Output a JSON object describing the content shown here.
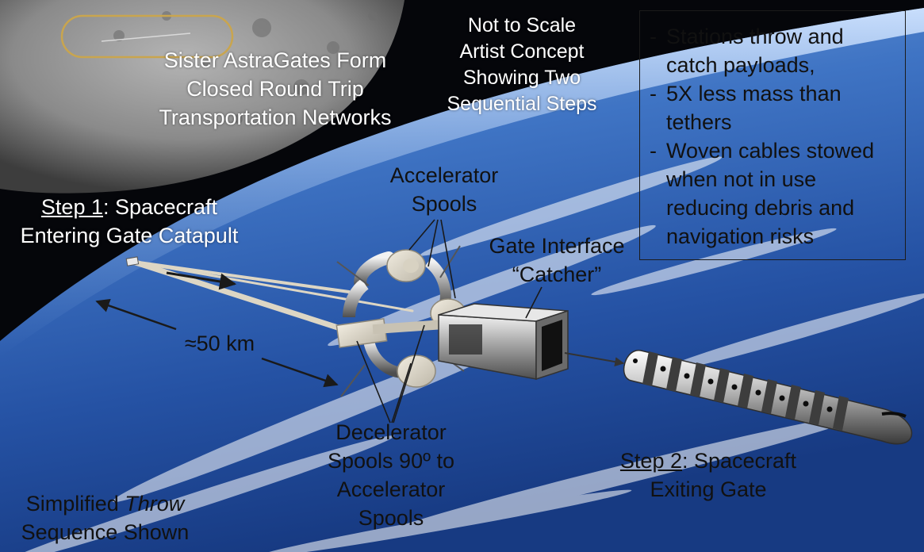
{
  "labels": {
    "sister_gates": [
      "Sister AstraGates Form",
      "Closed Round Trip",
      "Transportation Networks"
    ],
    "not_to_scale": [
      "Not to Scale",
      "Artist Concept",
      "Showing Two",
      "Sequential Steps"
    ],
    "accelerator": [
      "Accelerator",
      "Spools"
    ],
    "gate_interface": [
      "Gate Interface",
      "“Catcher”"
    ],
    "step1": {
      "prefix": "Step 1",
      "suffix": ": Spacecraft",
      "line2": "Entering Gate Catapult"
    },
    "distance": "≈50 km",
    "decelerator": [
      "Decelerator",
      "Spools 90º to",
      "Accelerator",
      "Spools"
    ],
    "step2": {
      "prefix": "Step 2",
      "suffix": ": Spacecraft",
      "line2": "Exiting Gate"
    },
    "simplified": {
      "before": "Simplified ",
      "italic": "Throw",
      "line2": "Sequence Shown"
    }
  },
  "bullets": [
    [
      "Stations throw and",
      "catch payloads,"
    ],
    [
      "5X less mass than",
      "tethers"
    ],
    [
      "Woven cables stowed",
      "when not in use",
      "reducing debris and",
      "navigation risks"
    ]
  ],
  "colors": {
    "space": "#05060a",
    "earth_blue": "#2d5fb5",
    "highlight_ring": "#c9a54e"
  }
}
